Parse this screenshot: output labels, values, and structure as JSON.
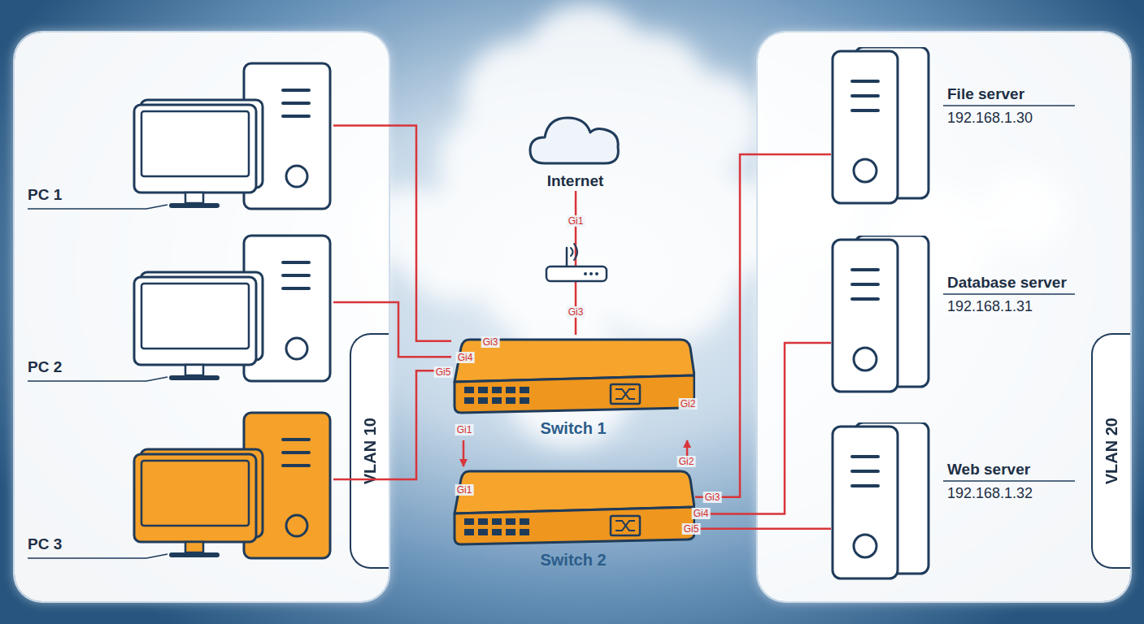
{
  "diagram": {
    "nodes": [
      {
        "text": [
          "VLAN 10"
        ]
      },
      {
        "text": [
          "PC 1"
        ],
        "in": 0
      },
      {
        "text": [
          "PC 2"
        ],
        "in": 0
      },
      {
        "text": [
          "PC 3"
        ],
        "in": 0
      },
      {
        "text": [
          "Internet"
        ]
      },
      {
        "text": [
          "Switch 1"
        ]
      },
      {
        "text": [
          "Switch 2"
        ]
      },
      {
        "text": [
          "VLAN 20"
        ]
      },
      {
        "text": [
          "File server",
          "192.168.1.30"
        ],
        "in": 7
      },
      {
        "text": [
          "Database server",
          "192.168.1.31"
        ],
        "in": 7
      },
      {
        "text": [
          "Web server",
          "192.168.1.32"
        ],
        "in": 7
      }
    ],
    "edges": [
      {
        "from": 1,
        "to": 5,
        "arrow": "none"
      },
      {
        "from": 2,
        "to": 5,
        "arrow": "none"
      },
      {
        "from": 3,
        "to": 5,
        "arrow": "none"
      },
      {
        "from": 4,
        "to": 5,
        "arrow": "none"
      },
      {
        "from": 5,
        "to": 6,
        "arrow": "to"
      },
      {
        "from": 6,
        "to": 5,
        "arrow": "to"
      },
      {
        "from": 6,
        "to": 8,
        "arrow": "none"
      },
      {
        "from": 6,
        "to": 9,
        "arrow": "none"
      },
      {
        "from": 6,
        "to": 10,
        "arrow": "none"
      }
    ],
    "labels": [
      "Gi1",
      "Gi3",
      "Gi3",
      "Gi4",
      "Gi5",
      "Gi2",
      "Gi1",
      "Gi1",
      "Gi2",
      "Gi3",
      "Gi4",
      "Gi5"
    ]
  }
}
